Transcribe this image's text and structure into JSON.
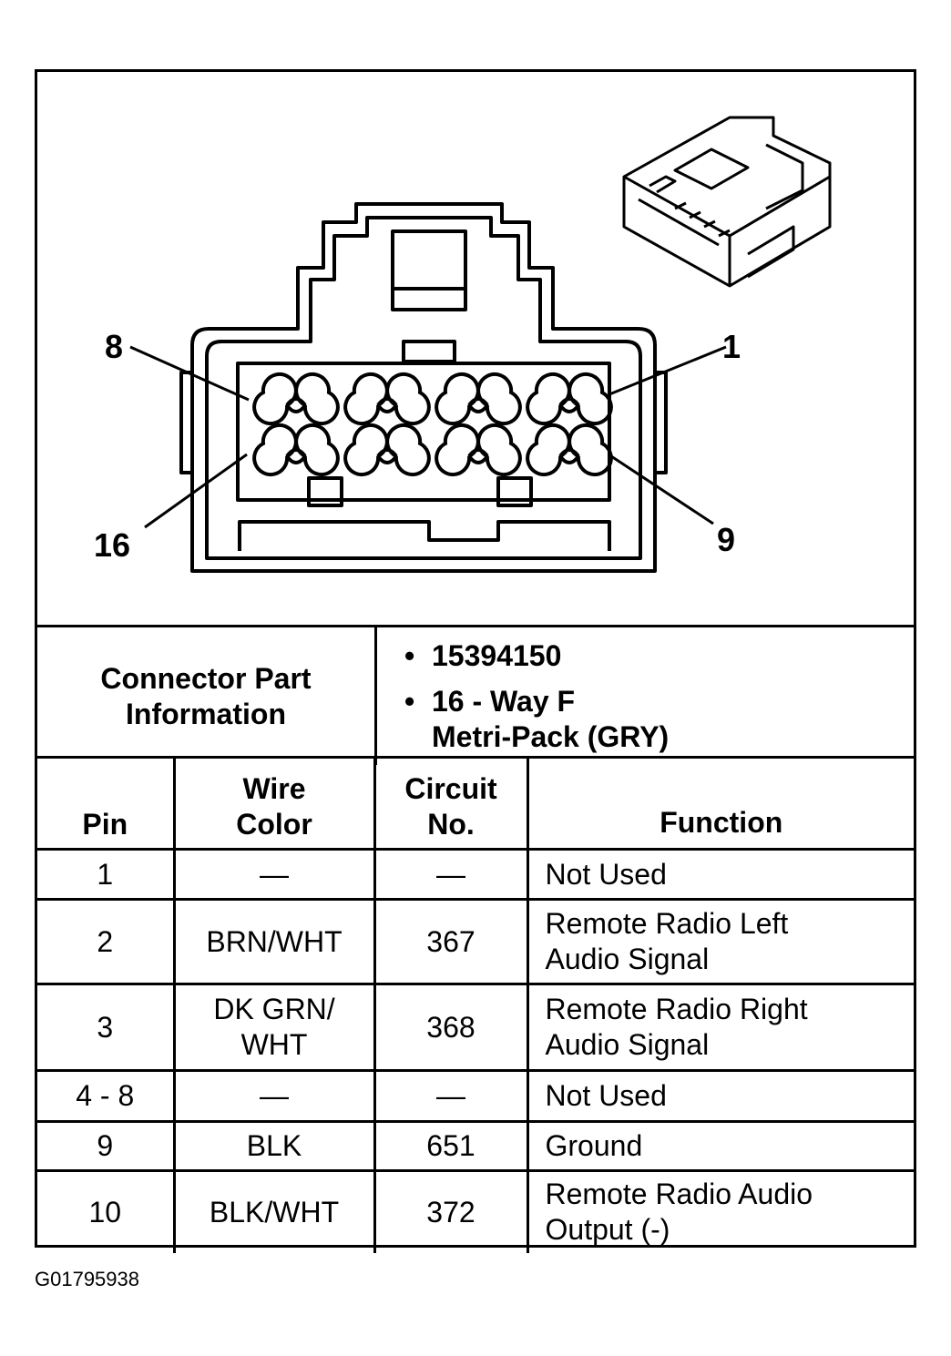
{
  "diagram": {
    "callouts": [
      {
        "id": "pin-8-callout",
        "label": "8"
      },
      {
        "id": "pin-1-callout",
        "label": "1"
      },
      {
        "id": "pin-16-callout",
        "label": "16"
      },
      {
        "id": "pin-9-callout",
        "label": "9"
      }
    ]
  },
  "connector_info": {
    "label": "Connector Part\nInformation",
    "bullets": [
      {
        "text": "15394150"
      },
      {
        "text": "16 - Way F\nMetri-Pack (GRY)"
      }
    ],
    "bullet_glyph": "•"
  },
  "pin_table": {
    "headers": {
      "pin": "Pin",
      "wire_color": "Wire\nColor",
      "circuit": "Circuit\nNo.",
      "function": "Function"
    },
    "rows": [
      {
        "pin": "1",
        "wire_color": "—",
        "circuit": "—",
        "function": "Not Used"
      },
      {
        "pin": "2",
        "wire_color": "BRN/WHT",
        "circuit": "367",
        "function": "Remote Radio Left\nAudio Signal"
      },
      {
        "pin": "3",
        "wire_color": "DK GRN/\nWHT",
        "circuit": "368",
        "function": "Remote Radio Right\nAudio Signal"
      },
      {
        "pin": "4 - 8",
        "wire_color": "—",
        "circuit": "—",
        "function": "Not Used"
      },
      {
        "pin": "9",
        "wire_color": "BLK",
        "circuit": "651",
        "function": "Ground"
      },
      {
        "pin": "10",
        "wire_color": "BLK/WHT",
        "circuit": "372",
        "function": "Remote Radio Audio\nOutput (-)"
      }
    ]
  },
  "figure_id": "G01795938"
}
